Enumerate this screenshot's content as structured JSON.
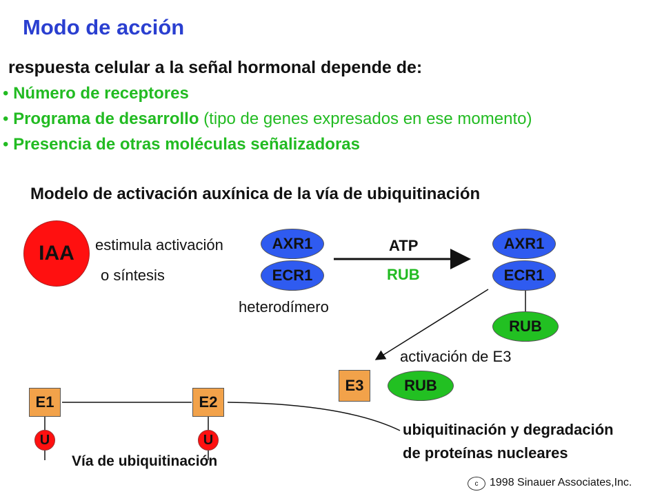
{
  "title": "Modo de acción",
  "intro": "respuesta celular a la señal hormonal depende de:",
  "bullets": [
    {
      "strong": "Número de receptores",
      "rest": ""
    },
    {
      "strong": "Programa de desarrollo",
      "rest": " (tipo de genes expresados en ese momento)"
    },
    {
      "strong": "Presencia de otras moléculas señalizadoras",
      "rest": ""
    }
  ],
  "bullet_mark": "•",
  "subtitle": "Modelo de activación auxínica de la vía de ubiquitinación",
  "diagram": {
    "iaa": "IAA",
    "stimulus_line1": "estimula activación",
    "stimulus_line2": "o síntesis",
    "axr1": "AXR1",
    "ecr1": "ECR1",
    "heterodimer": "heterodímero",
    "atp": "ATP",
    "rub": "RUB",
    "e3_activation": "activación de E3",
    "e3": "E3",
    "e1": "E1",
    "e2": "E2",
    "u": "U",
    "pathway_label": "Vía de ubiquitinación",
    "outcome_line1": "ubiquitinación y degradación",
    "outcome_line2": "de proteínas nucleares"
  },
  "copyright": {
    "symbol": "c",
    "text": "1998 Sinauer Associates,Inc."
  },
  "colors": {
    "title": "#2a3fd0",
    "bullets": "#22bb22",
    "iaa": "#ff1010",
    "blue": "#2f5bf0",
    "green": "#22c022",
    "box": "#f2a24a"
  },
  "icons": [
    "bullet-dot",
    "arrow-right",
    "arrow-down-left",
    "curve-connector"
  ]
}
